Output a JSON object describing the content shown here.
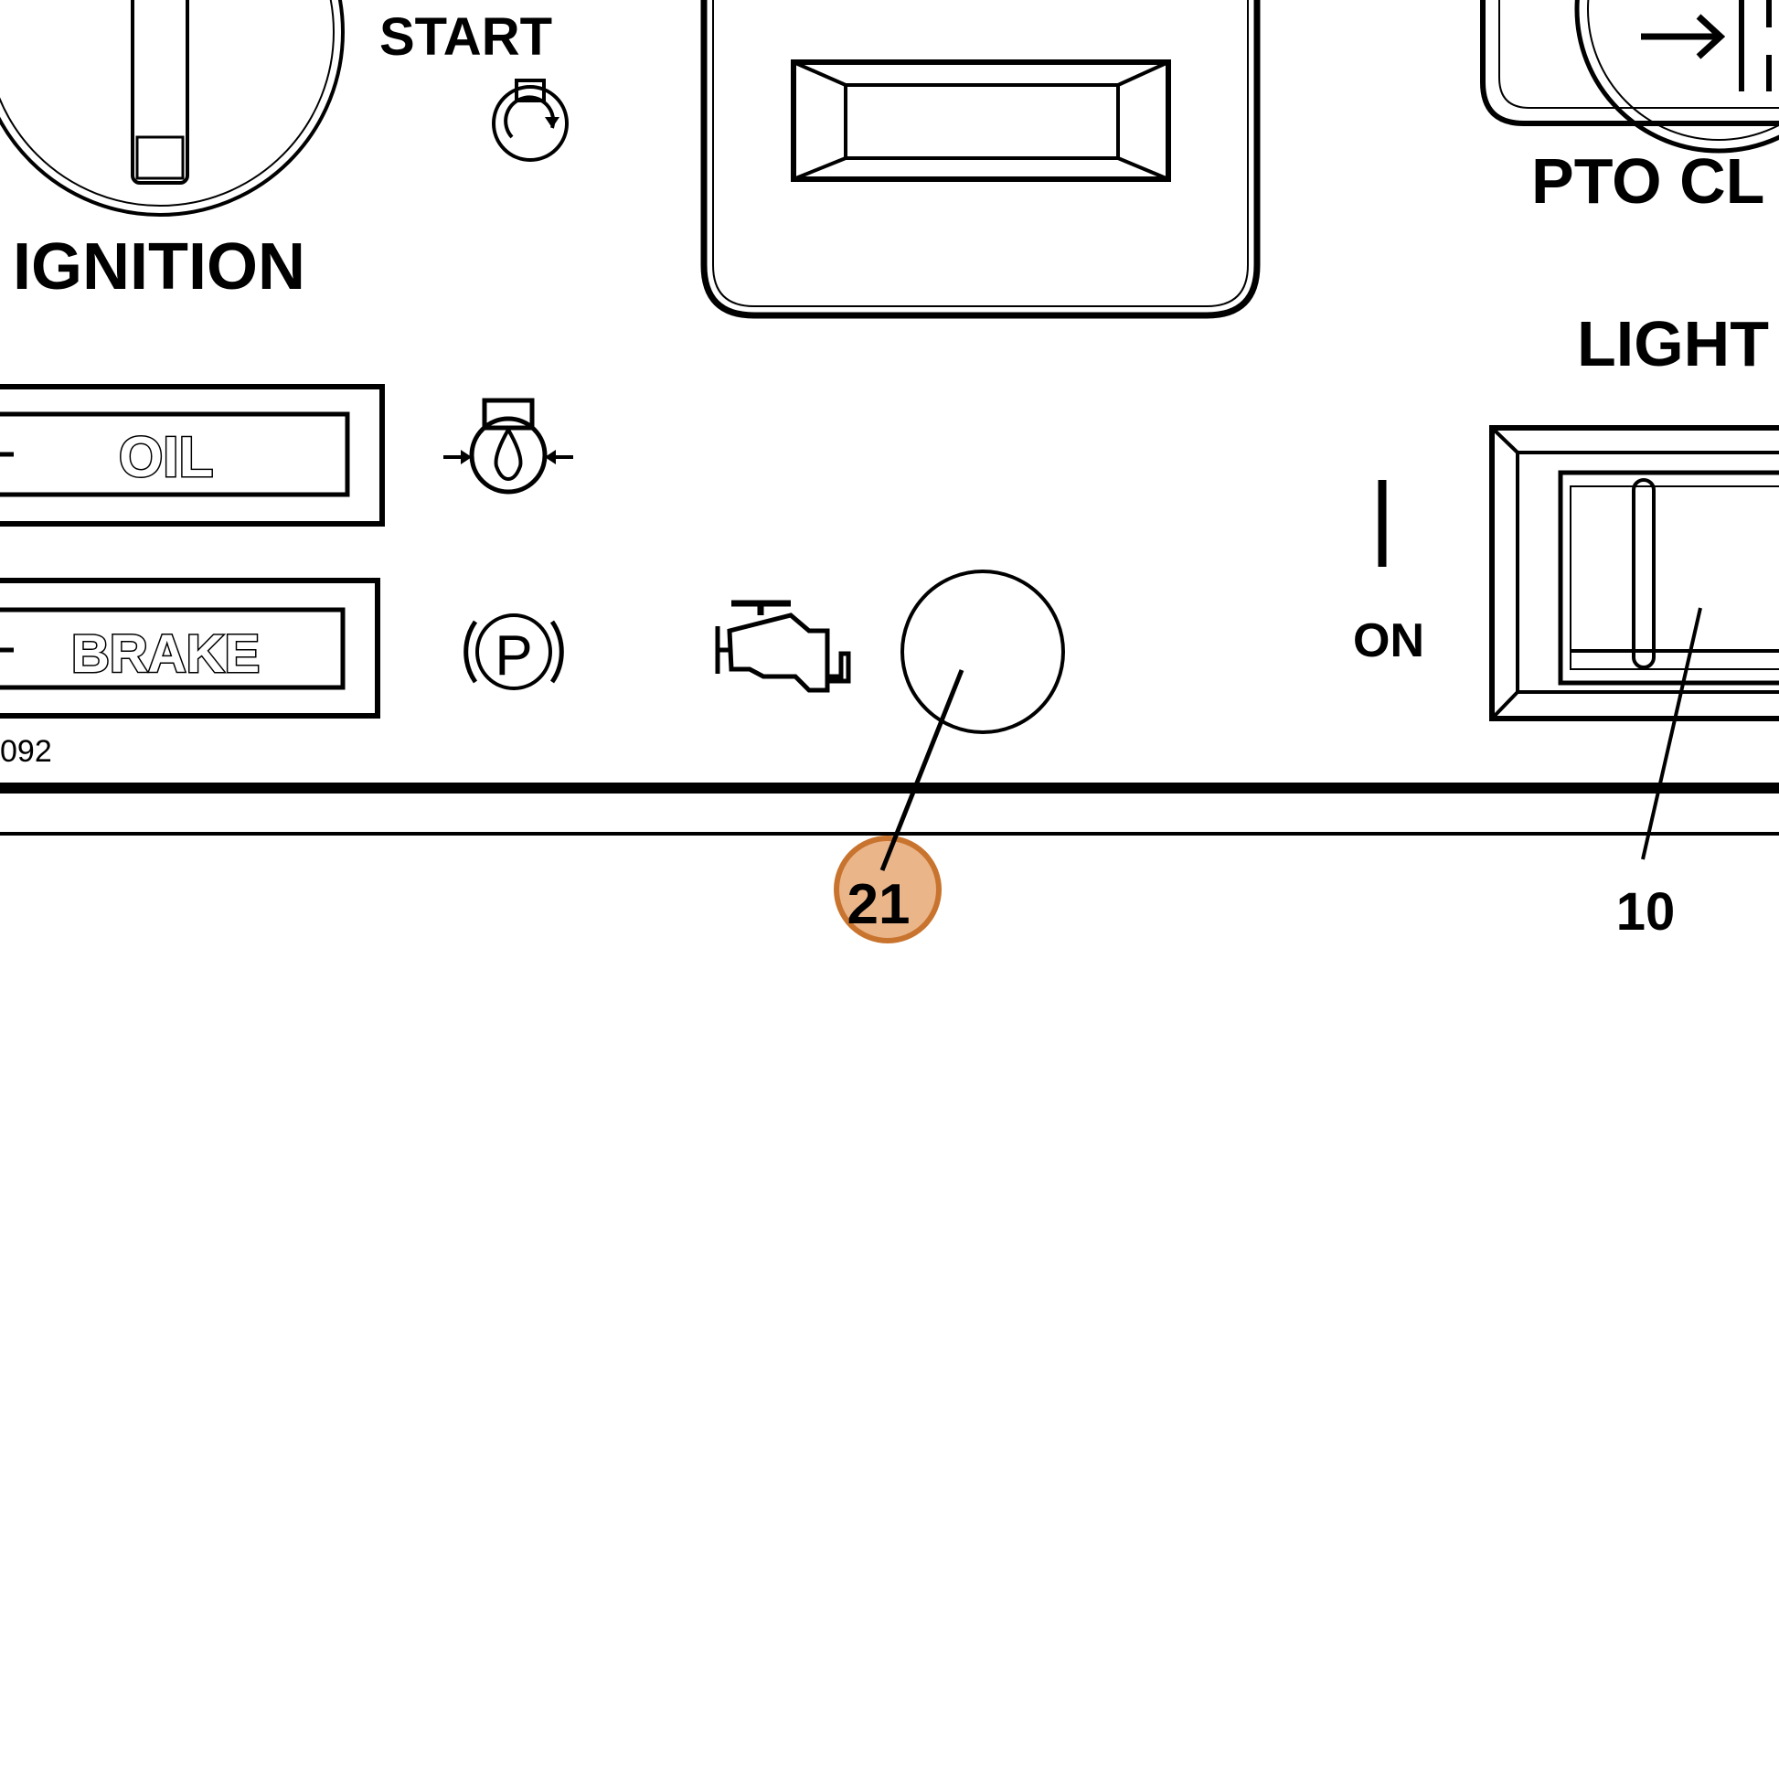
{
  "panel": {
    "ignition_label": "IGNITION",
    "start_label": "START",
    "pto_label": "PTO CL",
    "light_label": "LIGHT",
    "on_label": "ON",
    "oil_label": "OIL",
    "brake_label": "BRAKE",
    "part_number_fragment": "092"
  },
  "callouts": [
    {
      "number": "21",
      "highlighted": true,
      "highlight_color": "#e8a875",
      "highlight_border": "#c8742f",
      "target": "engine-warning-lamp"
    },
    {
      "number": "10",
      "highlighted": false,
      "target": "light-switch"
    }
  ],
  "colors": {
    "line": "#000000",
    "background": "#ffffff"
  }
}
